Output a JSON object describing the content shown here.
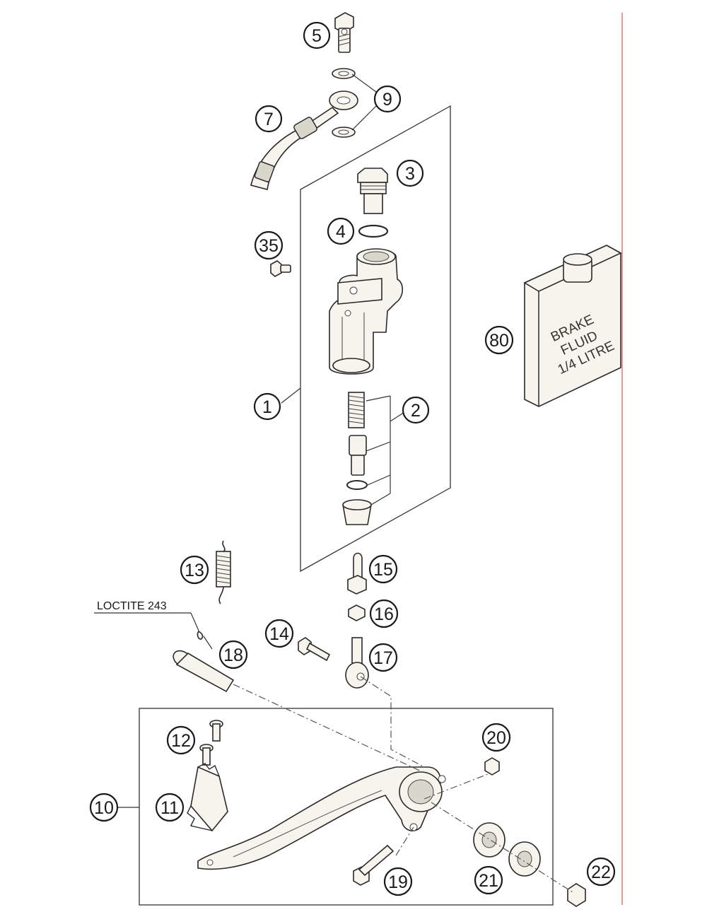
{
  "callouts": [
    {
      "id": "5",
      "label": "5"
    },
    {
      "id": "9",
      "label": "9"
    },
    {
      "id": "7",
      "label": "7"
    },
    {
      "id": "3",
      "label": "3"
    },
    {
      "id": "4",
      "label": "4"
    },
    {
      "id": "35",
      "label": "35"
    },
    {
      "id": "1",
      "label": "1"
    },
    {
      "id": "2",
      "label": "2"
    },
    {
      "id": "80",
      "label": "80"
    },
    {
      "id": "13",
      "label": "13"
    },
    {
      "id": "15",
      "label": "15"
    },
    {
      "id": "16",
      "label": "16"
    },
    {
      "id": "14",
      "label": "14"
    },
    {
      "id": "17",
      "label": "17"
    },
    {
      "id": "18",
      "label": "18"
    },
    {
      "id": "12",
      "label": "12"
    },
    {
      "id": "20",
      "label": "20"
    },
    {
      "id": "10",
      "label": "10"
    },
    {
      "id": "11",
      "label": "11"
    },
    {
      "id": "19",
      "label": "19"
    },
    {
      "id": "21",
      "label": "21"
    },
    {
      "id": "22",
      "label": "22"
    }
  ],
  "note": {
    "text": "LOCTITE 243"
  },
  "can": {
    "line1": "BRAKE",
    "line2": "FLUID",
    "line3": "1/4 LITRE"
  },
  "colors": {
    "ink": "#1a1a1a",
    "part_fill": "#f6f4ec",
    "margin_line": "#e05050"
  }
}
